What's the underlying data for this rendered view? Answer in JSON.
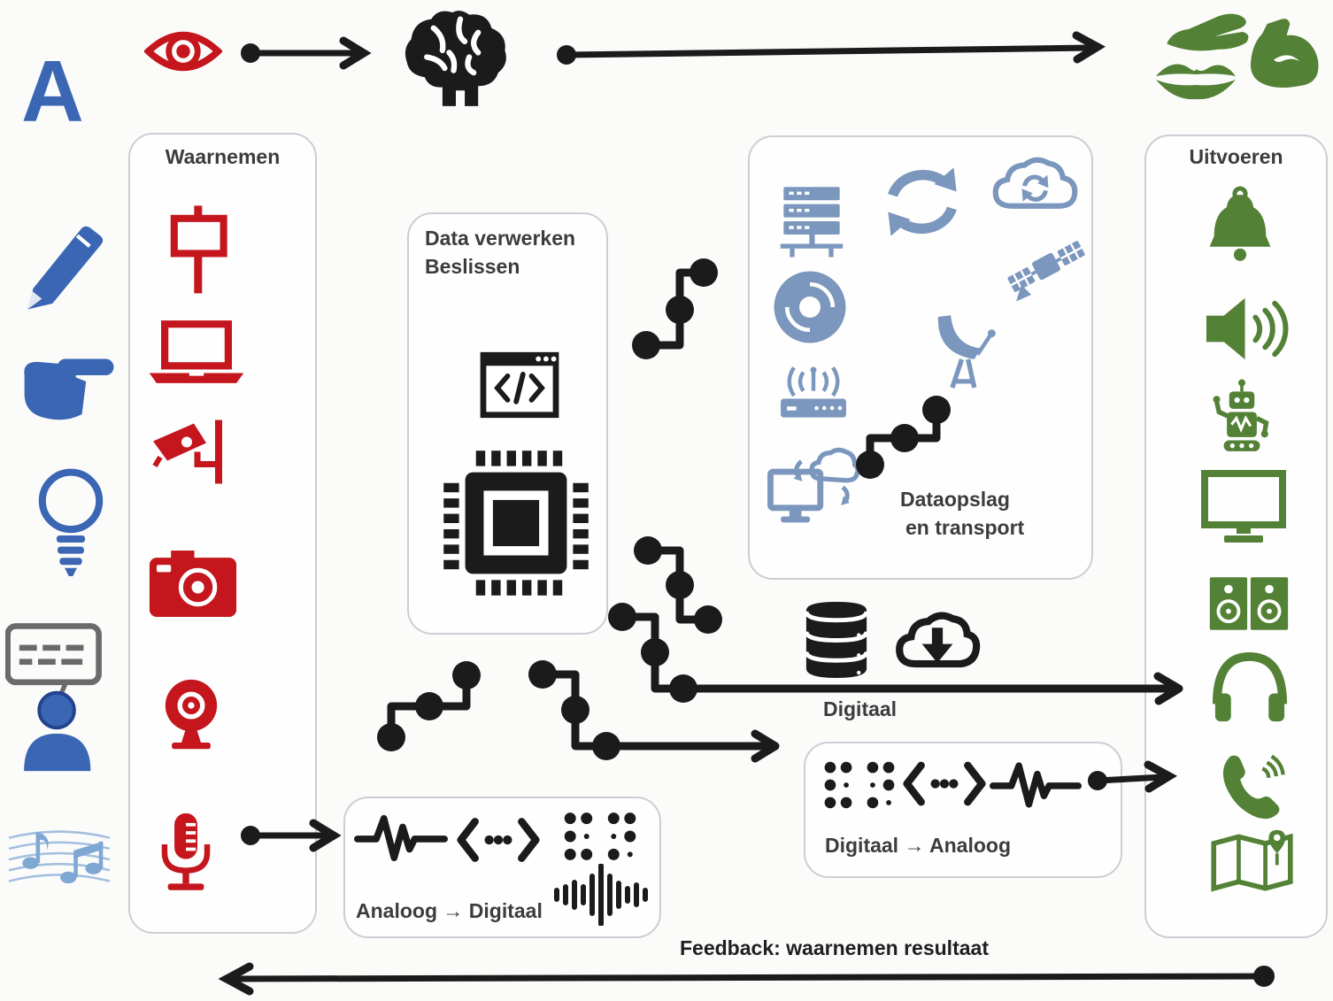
{
  "colors": {
    "red": "#c4161c",
    "blue": "#3a66b4",
    "light_blue": "#7fa7d4",
    "green": "#538135",
    "steel": "#7b97bd",
    "ink": "#1b1b1b",
    "panel_border": "#c9cfd4",
    "label": "#3c3c3c"
  },
  "left_column": {
    "letter": "A",
    "icons": [
      "pencil",
      "pointing-hand",
      "lightbulb",
      "person-speech",
      "music-notes"
    ]
  },
  "floating": {
    "icons": [
      "eye",
      "brain",
      "hand-give",
      "lips",
      "muscle",
      "database",
      "cloud-download"
    ]
  },
  "waarnemen": {
    "label": "Waarnemen",
    "icons": [
      "sign",
      "laptop",
      "cctv",
      "camera",
      "webcam",
      "microphone"
    ]
  },
  "verwerken": {
    "label_line1": "Data verwerken",
    "label_line2": "Beslissen",
    "icons": [
      "code-window",
      "cpu"
    ]
  },
  "dataopslag": {
    "label_line1": "Dataopslag",
    "label_line2": "en transport",
    "icons": [
      "server",
      "sync",
      "cloud-sync",
      "satellite",
      "disk",
      "dish",
      "router",
      "cloud-computing"
    ]
  },
  "uitvoeren": {
    "label": "Uitvoeren",
    "icons": [
      "bell",
      "speaker",
      "robot",
      "monitor",
      "stereo",
      "headphones",
      "phone",
      "map"
    ]
  },
  "adc": {
    "label": "Analoog → Digitaal",
    "icons": [
      "waveform",
      "code-dots",
      "braille",
      "equalizer"
    ]
  },
  "dac": {
    "label": "Digitaal → Analoog",
    "icons": [
      "braille",
      "code-dots",
      "waveform"
    ]
  },
  "digitaal": {
    "label": "Digitaal"
  },
  "feedback": {
    "label": "Feedback: waarnemen resultaat"
  }
}
